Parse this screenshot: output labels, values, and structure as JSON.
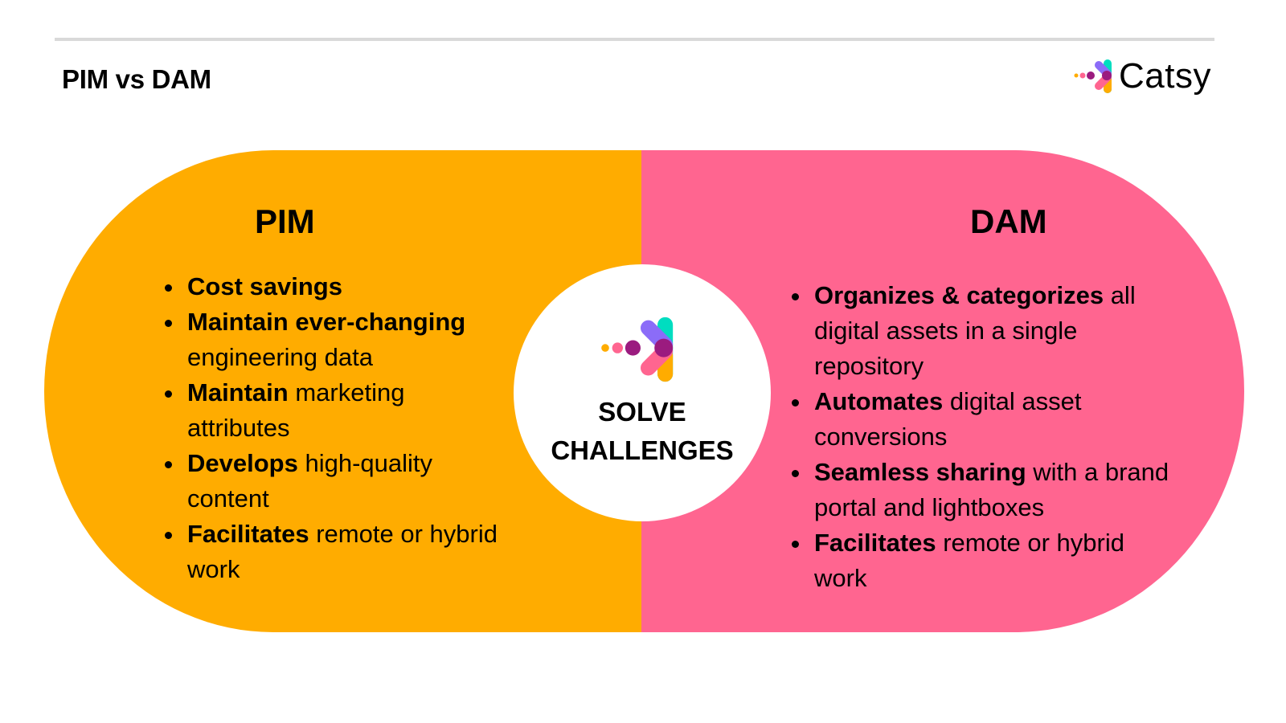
{
  "header": {
    "title": "PIM vs DAM",
    "brand_name": "Catsy",
    "brand_logo_icon": "catsy-logo-icon"
  },
  "colors": {
    "pim": "#FFAC00",
    "dam": "#FF6590",
    "rule": "#D9D9D9",
    "logo_teal": "#00DDC0",
    "logo_purple": "#8B6CF8",
    "logo_pink": "#FF6590",
    "logo_orange": "#FFAC00",
    "logo_plum": "#9B1B7F"
  },
  "pim": {
    "title": "PIM",
    "items": [
      {
        "bold": "Cost savings",
        "rest": ""
      },
      {
        "bold": "Maintain ever-changing",
        "rest": " engineering data"
      },
      {
        "bold": "Maintain",
        "rest": " marketing attributes"
      },
      {
        "bold": "Develops",
        "rest": " high-quality content"
      },
      {
        "bold": "Facilitates",
        "rest": " remote or hybrid work"
      }
    ]
  },
  "center": {
    "line1": "SOLVE",
    "line2": "CHALLENGES",
    "icon": "catsy-logo-icon"
  },
  "dam": {
    "title": "DAM",
    "items": [
      {
        "bold": "Organizes & categorizes",
        "rest": " all digital assets in a single repository"
      },
      {
        "bold": "Automates",
        "rest": " digital asset conversions"
      },
      {
        "bold": "Seamless sharing",
        "rest": " with a brand portal and lightboxes"
      },
      {
        "bold": "Facilitates",
        "rest": " remote or hybrid work"
      }
    ]
  }
}
